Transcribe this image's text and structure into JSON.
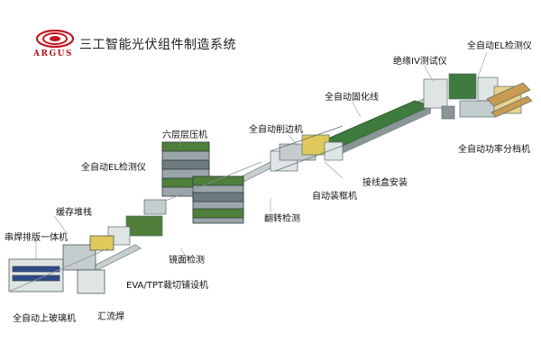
{
  "header": {
    "title": "三工智能光伏组件制造系统",
    "brand": "ARGUS",
    "logo_color": "#c0161f"
  },
  "labels": {
    "auto_el_top": "全自动EL检测仪",
    "insulation_iv": "绝缘IV测试仪",
    "auto_curing": "全自动固化线",
    "auto_trim": "全自动削边机",
    "six_layer_laminator": "六层层压机",
    "auto_power_sort": "全自动功率分档机",
    "junction_box": "接线盒安装",
    "auto_el_left": "全自动EL检测仪",
    "auto_framing": "自动装框机",
    "buffer_stack": "缓存堆栈",
    "flip_test": "翻转检测",
    "stringer_layup": "串焊排版一体机",
    "mirror_test": "镜面检测",
    "eva_tpt": "EVA/TPT裁切铺设机",
    "auto_glass": "全自动上玻璃机",
    "busbar_weld": "汇流焊"
  },
  "colors": {
    "machine_frame": "#5a6b70",
    "machine_green": "#4f7f3a",
    "machine_yellow": "#e0c85a",
    "conveyor": "#8a9598",
    "curing_belt": "#3f7a3f"
  }
}
